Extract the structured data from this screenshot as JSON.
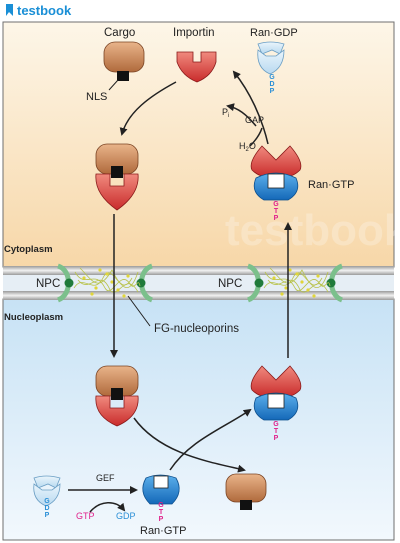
{
  "header": {
    "brand": "testbook"
  },
  "labels": {
    "cargo": "Cargo",
    "importin": "Importin",
    "ran_gdp": "Ran·GDP",
    "nls": "NLS",
    "pi_base": "P",
    "pi_sub": "i",
    "gap": "GAP",
    "h2o_a": "H",
    "h2o_sub": "2",
    "h2o_b": "O",
    "ran_gtp_top": "Ran·GTP",
    "cytoplasm": "Cytoplasm",
    "npc_left": "NPC",
    "npc_right": "NPC",
    "nucleoplasm": "Nucleoplasm",
    "fg": "FG-nucleoporins",
    "gef": "GEF",
    "gtp_in": "GTP",
    "gdp_out": "GDP",
    "ran_gtp_bottom": "Ran·GTP"
  },
  "nucleotide_letters": {
    "gdp": [
      "G",
      "D",
      "P"
    ],
    "gtp": [
      "G",
      "T",
      "P"
    ]
  },
  "colors": {
    "cytoplasm_top": "#fdf6e8",
    "cytoplasm_bottom": "#f7d9ac",
    "nucleoplasm_top": "#c9e3f5",
    "nucleoplasm_bottom": "#eef6fc",
    "cargo": "#c87a4e",
    "importin": "#d93a36",
    "ran_gtp": "#1e7fd0",
    "ran_gdp": "#cfe6f6",
    "gtp_text": "#e0208a",
    "gdp_text": "#2a8fd6",
    "brand": "#1a8fd6"
  }
}
